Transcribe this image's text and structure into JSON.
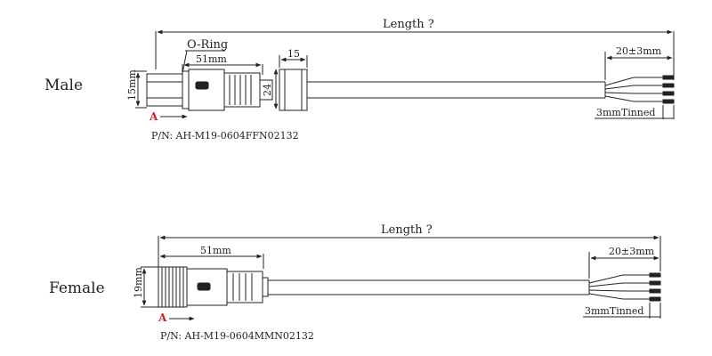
{
  "colors": {
    "line": "#222222",
    "marker": "#d62020"
  },
  "male": {
    "title": "Male",
    "length": "Length ?",
    "oring": "O-Ring",
    "len51": "51mm",
    "len15": "15",
    "dia15": "15mm",
    "dia24": "24",
    "strip": "20±3mm",
    "tinned": "3mmTinned",
    "marker": "A",
    "pn": "P/N: AH-M19-0604FFN02132"
  },
  "female": {
    "title": "Female",
    "length": "Length ?",
    "len51": "51mm",
    "dia19": "19mm",
    "strip": "20±3mm",
    "tinned": "3mmTinned",
    "marker": "A",
    "pn": "P/N: AH-M19-0604MMN02132"
  }
}
